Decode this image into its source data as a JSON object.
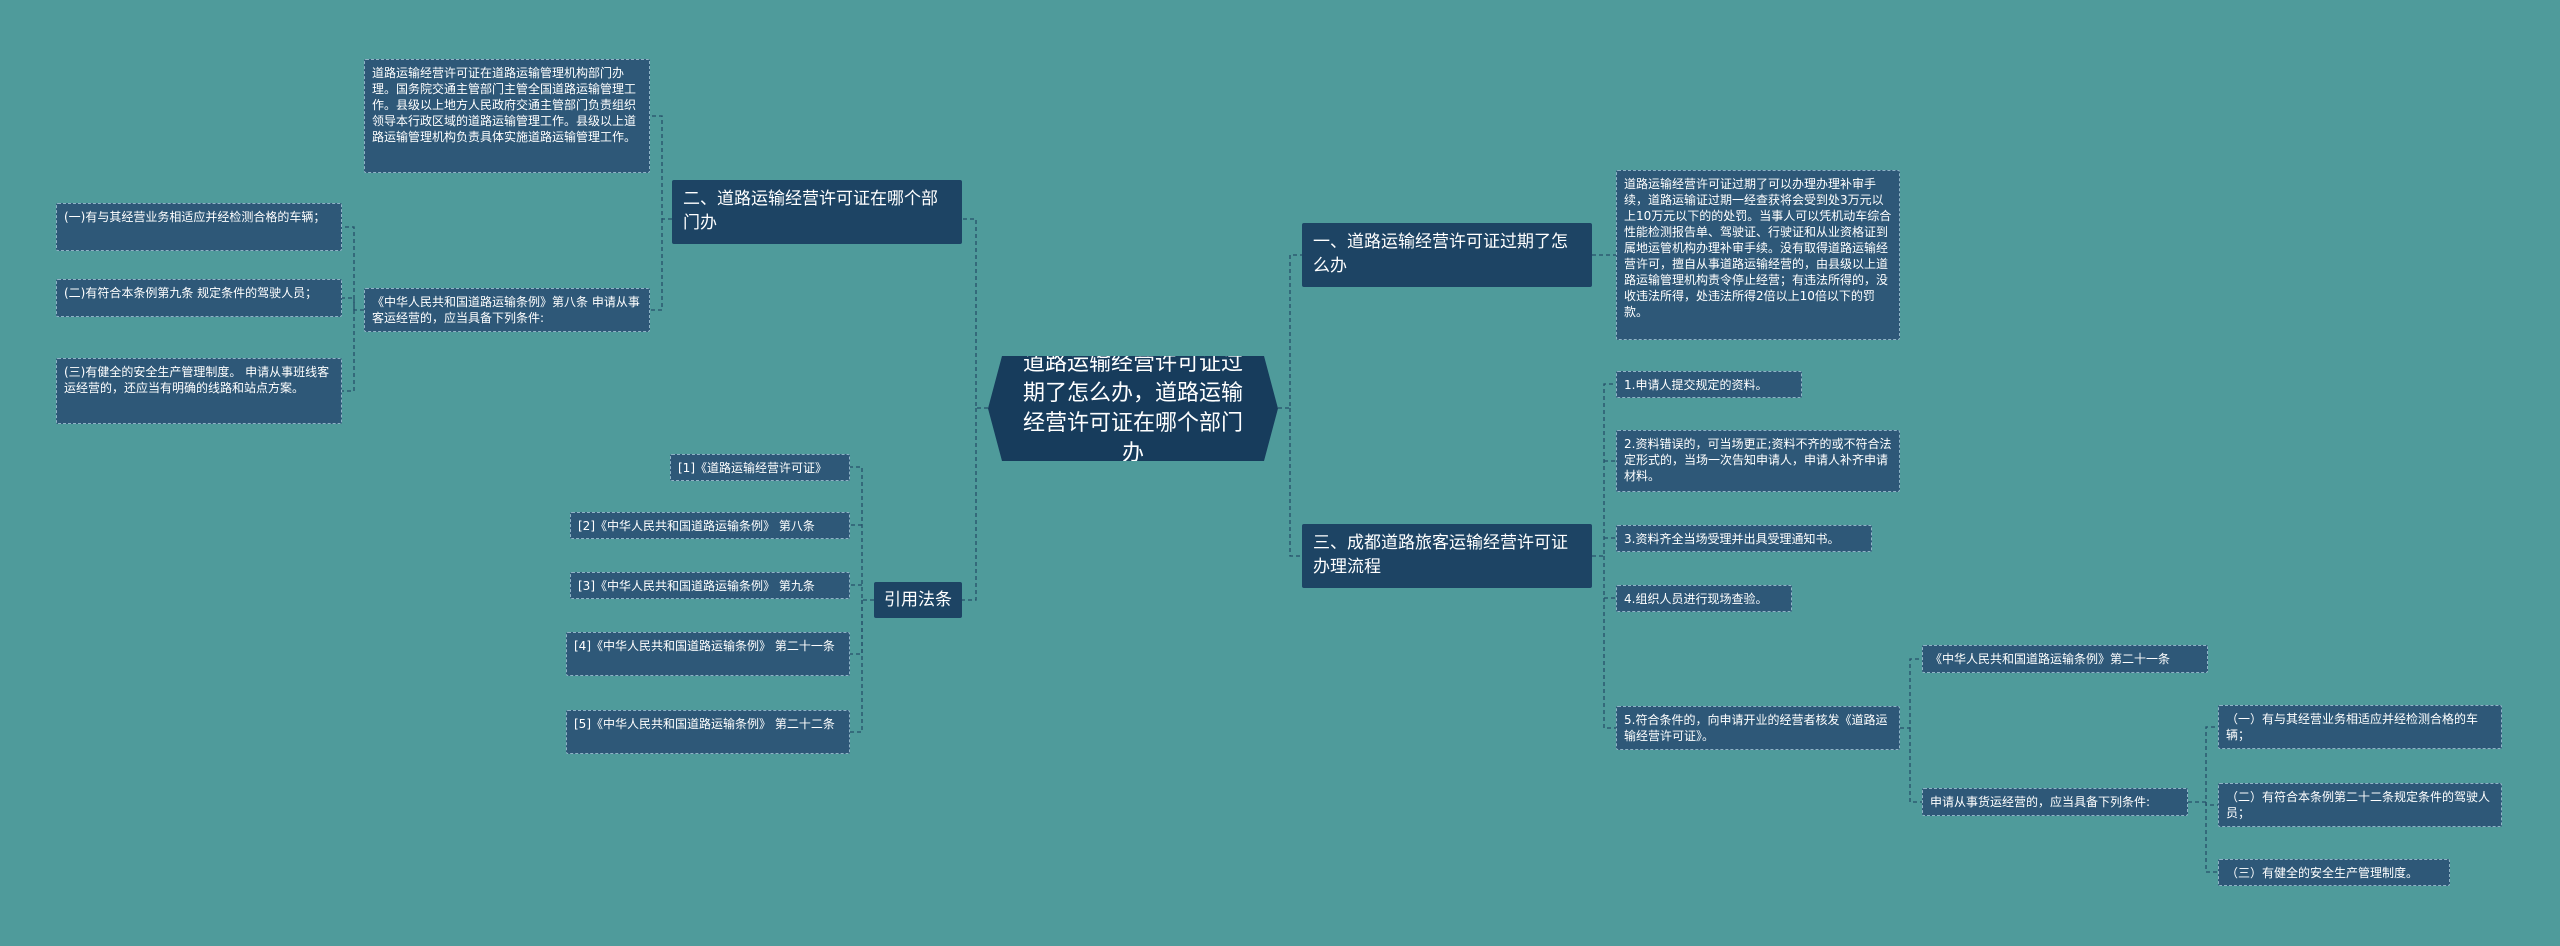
{
  "root": "道路运输经营许可证过期了怎么办，道路运输经营许可证在哪个部门办",
  "left": {
    "branch2": {
      "title": "二、道路运输经营许可证在哪个部门办",
      "detail": "道路运输经营许可证在道路运输管理机构部门办理。国务院交通主管部门主管全国道路运输管理工作。县级以上地方人民政府交通主管部门负责组织领导本行政区域的道路运输管理工作。县级以上道路运输管理机构负责具体实施道路运输管理工作。",
      "law": "《中华人民共和国道路运输条例》第八条 申请从事客运经营的，应当具备下列条件:",
      "conditions": [
        "(一)有与其经营业务相适应并经检测合格的车辆；",
        "(二)有符合本条例第九条 规定条件的驾驶人员；",
        "(三)有健全的安全生产管理制度。 申请从事班线客运经营的，还应当有明确的线路和站点方案。"
      ]
    },
    "refs": {
      "title": "引用法条",
      "items": [
        "[1]《道路运输经营许可证》",
        "[2]《中华人民共和国道路运输条例》 第八条",
        "[3]《中华人民共和国道路运输条例》 第九条",
        "[4]《中华人民共和国道路运输条例》 第二十一条",
        "[5]《中华人民共和国道路运输条例》 第二十二条"
      ]
    }
  },
  "right": {
    "branch1": {
      "title": "一、道路运输经营许可证过期了怎么办",
      "detail": "道路运输经营许可证过期了可以办理办理补审手续，道路运输证过期一经查获将会受到处3万元以上10万元以下的的处罚。当事人可以凭机动车综合性能检测报告单、驾驶证、行驶证和从业资格证到属地运管机构办理补审手续。没有取得道路运输经营许可，擅自从事道路运输经营的，由县级以上道路运输管理机构责令停止经营；有违法所得的，没收违法所得，处违法所得2倍以上10倍以下的罚款。"
    },
    "branch3": {
      "title": "三、成都道路旅客运输经营许可证办理流程",
      "steps": [
        "1.申请人提交规定的资料。",
        "2.资料错误的，可当场更正;资料不齐的或不符合法定形式的，当场一次告知申请人，申请人补齐申请材料。",
        "3.资料齐全当场受理并出具受理通知书。",
        "4.组织人员进行现场查验。",
        "5.符合条件的，向申请开业的经营者核发《道路运输经营许可证》。"
      ],
      "law": "《中华人民共和国道路运输条例》第二十一条",
      "law_intro": "申请从事货运经营的，应当具备下列条件:",
      "conditions": [
        "（一）有与其经营业务相适应并经检测合格的车辆；",
        "（二）有符合本条例第二十二条规定条件的驾驶人员；",
        "（三）有健全的安全生产管理制度。"
      ]
    }
  }
}
